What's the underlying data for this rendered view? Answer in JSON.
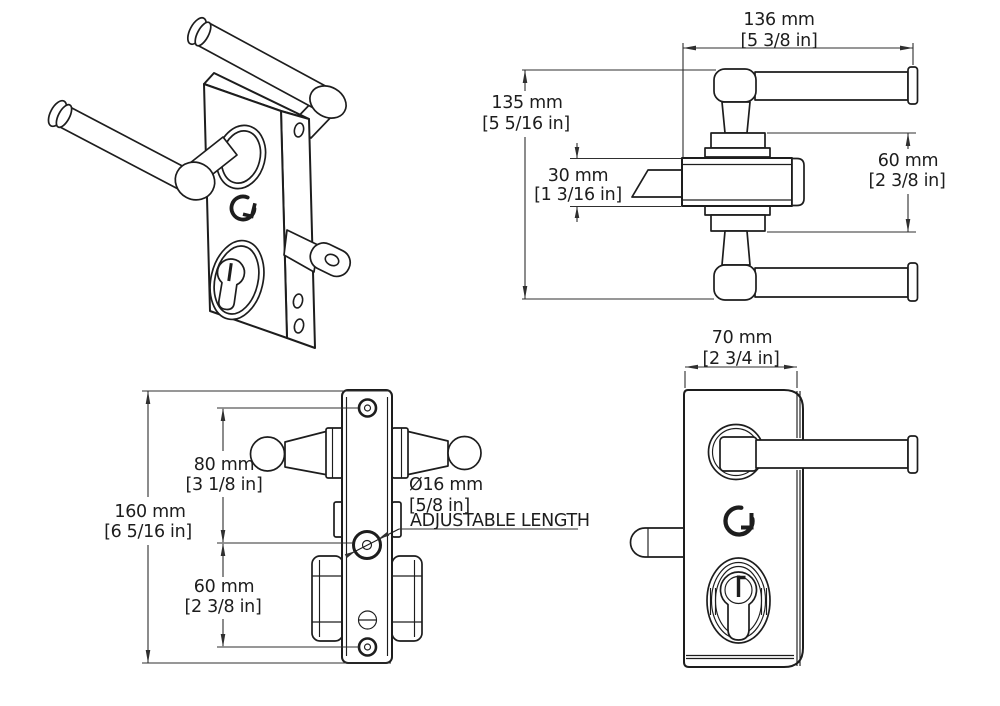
{
  "drawing": {
    "background": "#ffffff",
    "line_color": "#1d1d1d",
    "subject": "gate lock technical drawing"
  },
  "views": {
    "top": {
      "width_mm": "136 mm",
      "width_in": "[5 3/8 in]",
      "height_mm": "135 mm",
      "height_in": "[5 5/16 in]",
      "case_mm": "30 mm",
      "case_in": "[1 3/16 in]",
      "follower_mm": "60 mm",
      "follower_in": "[2 3/8 in]"
    },
    "side": {
      "total_mm": "160 mm",
      "total_in": "[6 5/16 in]",
      "upper_mm": "80 mm",
      "upper_in": "[3 1/8 in]",
      "lower_mm": "60 mm",
      "lower_in": "[2 3/8 in]",
      "dia_mm": "Ø16 mm",
      "dia_in": "[5/8 in]",
      "dia_note": "ADJUSTABLE LENGTH"
    },
    "front": {
      "width_mm": "70 mm",
      "width_in": "[2 3/4 in]"
    }
  }
}
